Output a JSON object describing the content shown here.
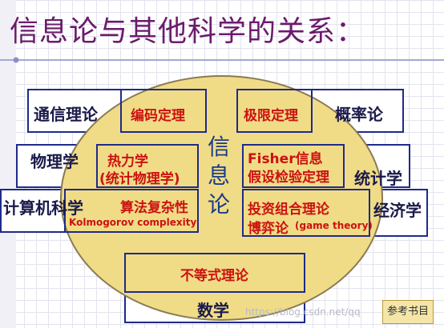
{
  "title": "信息论与其他科学的关系：",
  "center_label": [
    "信",
    "息",
    "论"
  ],
  "boxes": {
    "communication": {
      "outer": "通信理论",
      "inner": "编码定理"
    },
    "probability": {
      "outer": "概率论",
      "inner": "极限定理"
    },
    "physics": {
      "outer": "物理学",
      "inner_1": "热力学",
      "inner_2": "(统计物理学)"
    },
    "statistics": {
      "outer": "统计学",
      "inner_1": "Fisher信息",
      "inner_2": "假设检验定理"
    },
    "computer": {
      "outer": "计算机科学",
      "inner_1": "算法复杂性",
      "inner_2": "Kolmogorov complexity"
    },
    "economics": {
      "outer": "经济学",
      "inner_1": "投资组合理论",
      "inner_2": "博弈论",
      "inner_3": "(game theory)"
    },
    "math": {
      "outer": "数学",
      "inner": "不等式理论"
    }
  },
  "watermark": "https://blog.csdn.net/qq",
  "reference_button": "参考书目",
  "colors": {
    "title": "#6b1b6b",
    "box_border": "#1f2a8a",
    "ellipse_fill": "#f0dc86",
    "inner_text": "#cc1111",
    "outer_text": "#1a1a4a",
    "center_text": "#1a3a8a"
  }
}
